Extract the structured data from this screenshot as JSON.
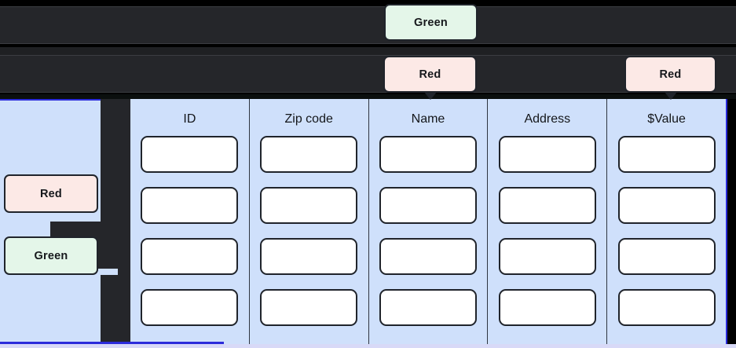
{
  "theme": {
    "background": "#000000",
    "band_color": "#25262a",
    "panel_blue": "#cfe0fb",
    "accent_blue": "#2b2bdb",
    "cell_white": "#ffffff",
    "tooltip_green": "#e4f6e9",
    "tooltip_red": "#fce9e6",
    "outline_dark": "#20242b"
  },
  "tooltips": {
    "green_top": {
      "label": "Green",
      "status": "Green"
    },
    "red_middle": {
      "label": "Red",
      "status": "Red"
    },
    "red_right": {
      "label": "Red",
      "status": "Red"
    },
    "sidebar_red": {
      "label": "Red",
      "status": "Red"
    },
    "sidebar_green": {
      "label": "Green",
      "status": "Green"
    }
  },
  "table": {
    "columns": [
      {
        "header": "ID",
        "cells": [
          "",
          "",
          "",
          ""
        ]
      },
      {
        "header": "Zip code",
        "cells": [
          "",
          "",
          "",
          ""
        ]
      },
      {
        "header": "Name",
        "cells": [
          "",
          "",
          "",
          ""
        ]
      },
      {
        "header": "Address",
        "cells": [
          "",
          "",
          "",
          ""
        ]
      },
      {
        "header": "$Value",
        "cells": [
          "",
          "",
          "",
          ""
        ]
      }
    ],
    "row_count": 4
  },
  "sidebar": {
    "items": []
  }
}
